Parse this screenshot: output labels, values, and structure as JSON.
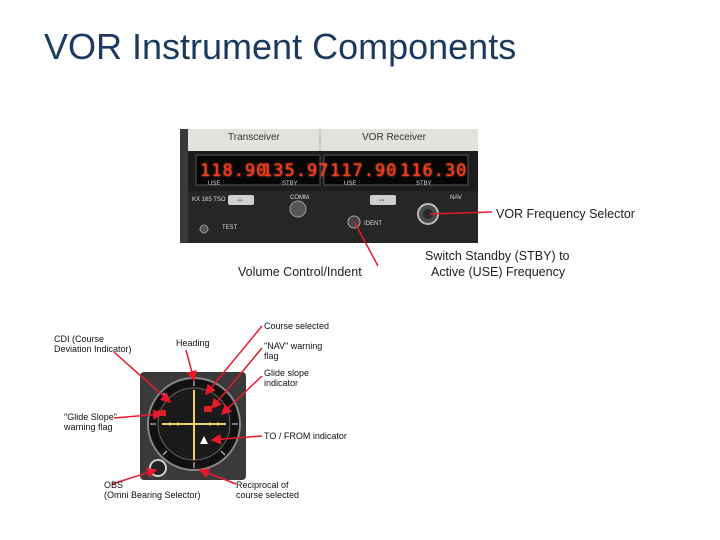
{
  "title": "VOR Instrument Components",
  "radio": {
    "transceiver_label": "Transceiver",
    "vor_receiver_label": "VOR Receiver",
    "comm_use": "118.90",
    "comm_stby": "135.97",
    "nav_use": "117.90",
    "nav_stby": "116.30",
    "use_label": "USE",
    "stby_label": "STBY",
    "model": "KX 165 TSO",
    "comm_label": "COMM",
    "nav_label": "NAV",
    "ident_label": "IDENT",
    "test_label": "TEST",
    "swap_symbol": "⇔"
  },
  "callouts": {
    "vor_freq_selector": "VOR Frequency Selector",
    "volume_control": "Volume Control/Indent",
    "switch_line1": "Switch Standby (STBY) to",
    "switch_line2": "Active (USE) Frequency"
  },
  "indicator": {
    "cdi_line1": "CDI (Course",
    "cdi_line2": "Deviation Indicator)",
    "heading": "Heading",
    "course_selected": "Course selected",
    "nav_flag_line1": "\"NAV\" warning",
    "nav_flag_line2": "flag",
    "glideslope_ind_line1": "Glide slope",
    "glideslope_ind_line2": "indicator",
    "gs_flag_line1": "\"Glide Slope\"",
    "gs_flag_line2": "warning flag",
    "to_from": "TO / FROM indicator",
    "obs_line1": "OBS",
    "obs_line2": "(Omni Bearing Selector)",
    "reciprocal_line1": "Reciprocal of",
    "reciprocal_line2": "course selected"
  },
  "colors": {
    "title": "#1c3a5e",
    "arrow": "#e8192c",
    "digits": "#ff3a1a"
  }
}
